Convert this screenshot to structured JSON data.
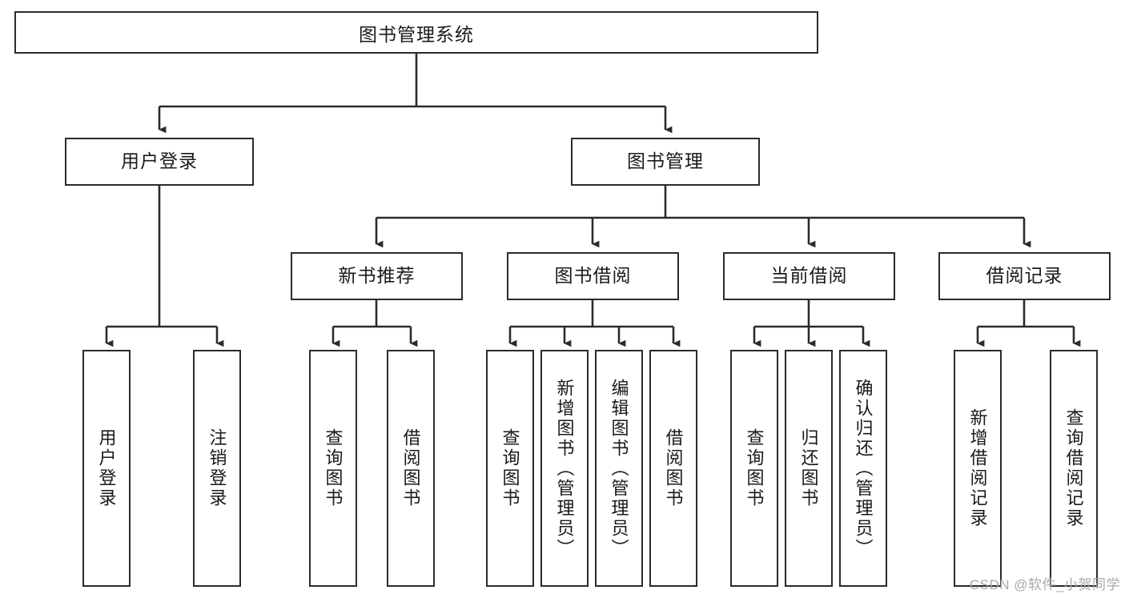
{
  "diagram": {
    "title": "图书管理系统",
    "type": "tree-hierarchy",
    "root": {
      "label": "图书管理系统"
    },
    "level2": [
      {
        "label": "用户登录"
      },
      {
        "label": "图书管理"
      }
    ],
    "level3": [
      {
        "label": "新书推荐"
      },
      {
        "label": "图书借阅"
      },
      {
        "label": "当前借阅"
      },
      {
        "label": "借阅记录"
      }
    ],
    "leaves": {
      "user_login": [
        {
          "label": "用户登录"
        },
        {
          "label": "注销登录"
        }
      ],
      "new_book_recommend": [
        {
          "label": "查询图书"
        },
        {
          "label": "借阅图书"
        }
      ],
      "book_borrow": [
        {
          "label": "查询图书"
        },
        {
          "label": "新增图书（管理员）"
        },
        {
          "label": "编辑图书（管理员）"
        },
        {
          "label": "借阅图书"
        }
      ],
      "current_borrow": [
        {
          "label": "查询图书"
        },
        {
          "label": "归还图书"
        },
        {
          "label": "确认归还（管理员）"
        }
      ],
      "borrow_records": [
        {
          "label": "新增借阅记录"
        },
        {
          "label": "查询借阅记录"
        }
      ]
    },
    "colors": {
      "stroke": "#2b2b2b",
      "fill": "#ffffff",
      "text": "#1a1a1a",
      "watermark": "#a8a8a8"
    }
  },
  "watermark": {
    "text": "CSDN @软件_小贺同学"
  }
}
